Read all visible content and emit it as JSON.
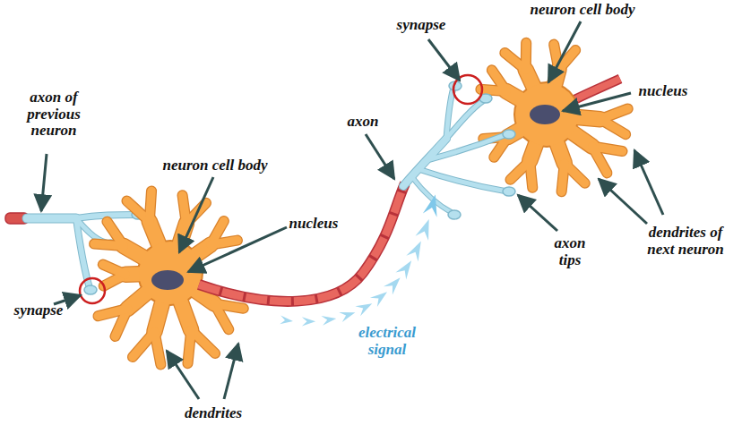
{
  "diagram": {
    "labels": [
      "synapse",
      "neuron cell body",
      "nucleus",
      "axon of previous neuron",
      "axon",
      "neuron cell body",
      "nucleus",
      "axon tips",
      "dendrites of next neuron",
      "synapse",
      "electrical signal",
      "dendrites"
    ]
  }
}
